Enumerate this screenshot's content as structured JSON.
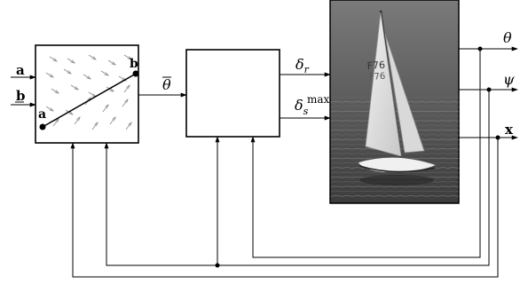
{
  "inputs": {
    "a": "a",
    "b": "b"
  },
  "field_block": {
    "point_a": "a",
    "point_b": "b"
  },
  "signals": {
    "heading_ref": "θ",
    "rudder": "δ",
    "rudder_sub": "r",
    "sail": "δ",
    "sail_sub": "s",
    "sail_sup": "max"
  },
  "outputs": {
    "theta": "θ",
    "psi": "ψ",
    "x": "x"
  }
}
